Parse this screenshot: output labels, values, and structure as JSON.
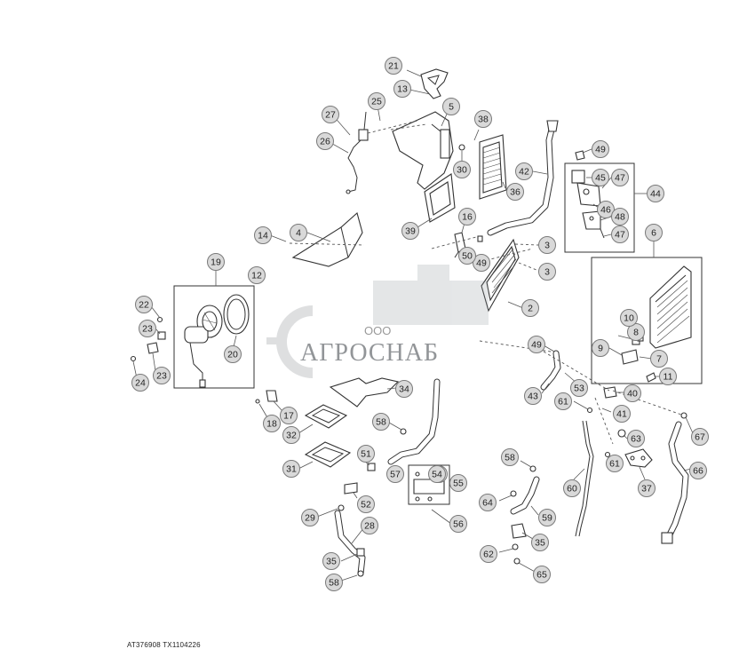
{
  "figure": {
    "reference_code": "AT376908   TX1104226"
  },
  "watermark": {
    "brand_text": "АГРОСНАБ",
    "prefix_text": "ООО"
  },
  "callouts": [
    "2",
    "3",
    "3",
    "4",
    "5",
    "6",
    "7",
    "8",
    "9",
    "10",
    "11",
    "12",
    "13",
    "14",
    "16",
    "17",
    "18",
    "19",
    "20",
    "21",
    "22",
    "23",
    "23",
    "24",
    "25",
    "26",
    "27",
    "28",
    "29",
    "30",
    "31",
    "32",
    "34",
    "35",
    "35",
    "36",
    "37",
    "38",
    "39",
    "40",
    "41",
    "42",
    "43",
    "44",
    "45",
    "46",
    "47",
    "47",
    "48",
    "49",
    "49",
    "49",
    "49",
    "50",
    "51",
    "52",
    "53",
    "54",
    "55",
    "56",
    "57",
    "58",
    "58",
    "58",
    "59",
    "60",
    "61",
    "61",
    "62",
    "63",
    "64",
    "65",
    "66",
    "67"
  ],
  "colors": {
    "callout_fill": "#d9d9d9",
    "line": "#333333",
    "watermark": "#9aa0a6"
  }
}
